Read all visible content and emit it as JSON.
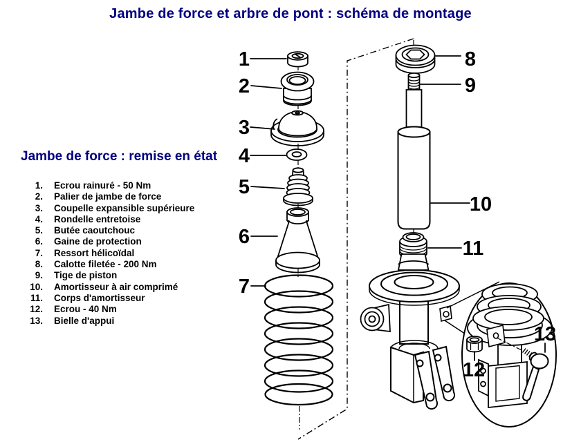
{
  "page": {
    "title": "Jambe de force et arbre de pont : schéma de montage"
  },
  "section": {
    "subtitle": "Jambe de force : remise en état"
  },
  "parts_list": {
    "items": [
      {
        "num": "1.",
        "label": "Ecrou rainuré - 50 Nm"
      },
      {
        "num": "2.",
        "label": "Palier de jambe de force"
      },
      {
        "num": "3.",
        "label": "Coupelle expansible supérieure"
      },
      {
        "num": "4.",
        "label": "Rondelle entretoise"
      },
      {
        "num": "5.",
        "label": "Butée caoutchouc"
      },
      {
        "num": "6.",
        "label": "Gaine de protection"
      },
      {
        "num": "7.",
        "label": "Ressort hélicoïdal"
      },
      {
        "num": "8.",
        "label": "Calotte filetée - 200 Nm"
      },
      {
        "num": "9.",
        "label": "Tige de piston"
      },
      {
        "num": "10.",
        "label": "Amortisseur à air comprimé"
      },
      {
        "num": "11.",
        "label": "Corps d'amortisseur"
      },
      {
        "num": "12.",
        "label": "Ecrou - 40 Nm"
      },
      {
        "num": "13.",
        "label": "Bielle d'appui"
      }
    ]
  },
  "diagram": {
    "callouts": [
      "1",
      "2",
      "3",
      "4",
      "5",
      "6",
      "7",
      "8",
      "9",
      "10",
      "11",
      "12",
      "13"
    ]
  },
  "colors": {
    "heading_navy": "#000080",
    "line_art": "#000000",
    "background": "#ffffff"
  }
}
